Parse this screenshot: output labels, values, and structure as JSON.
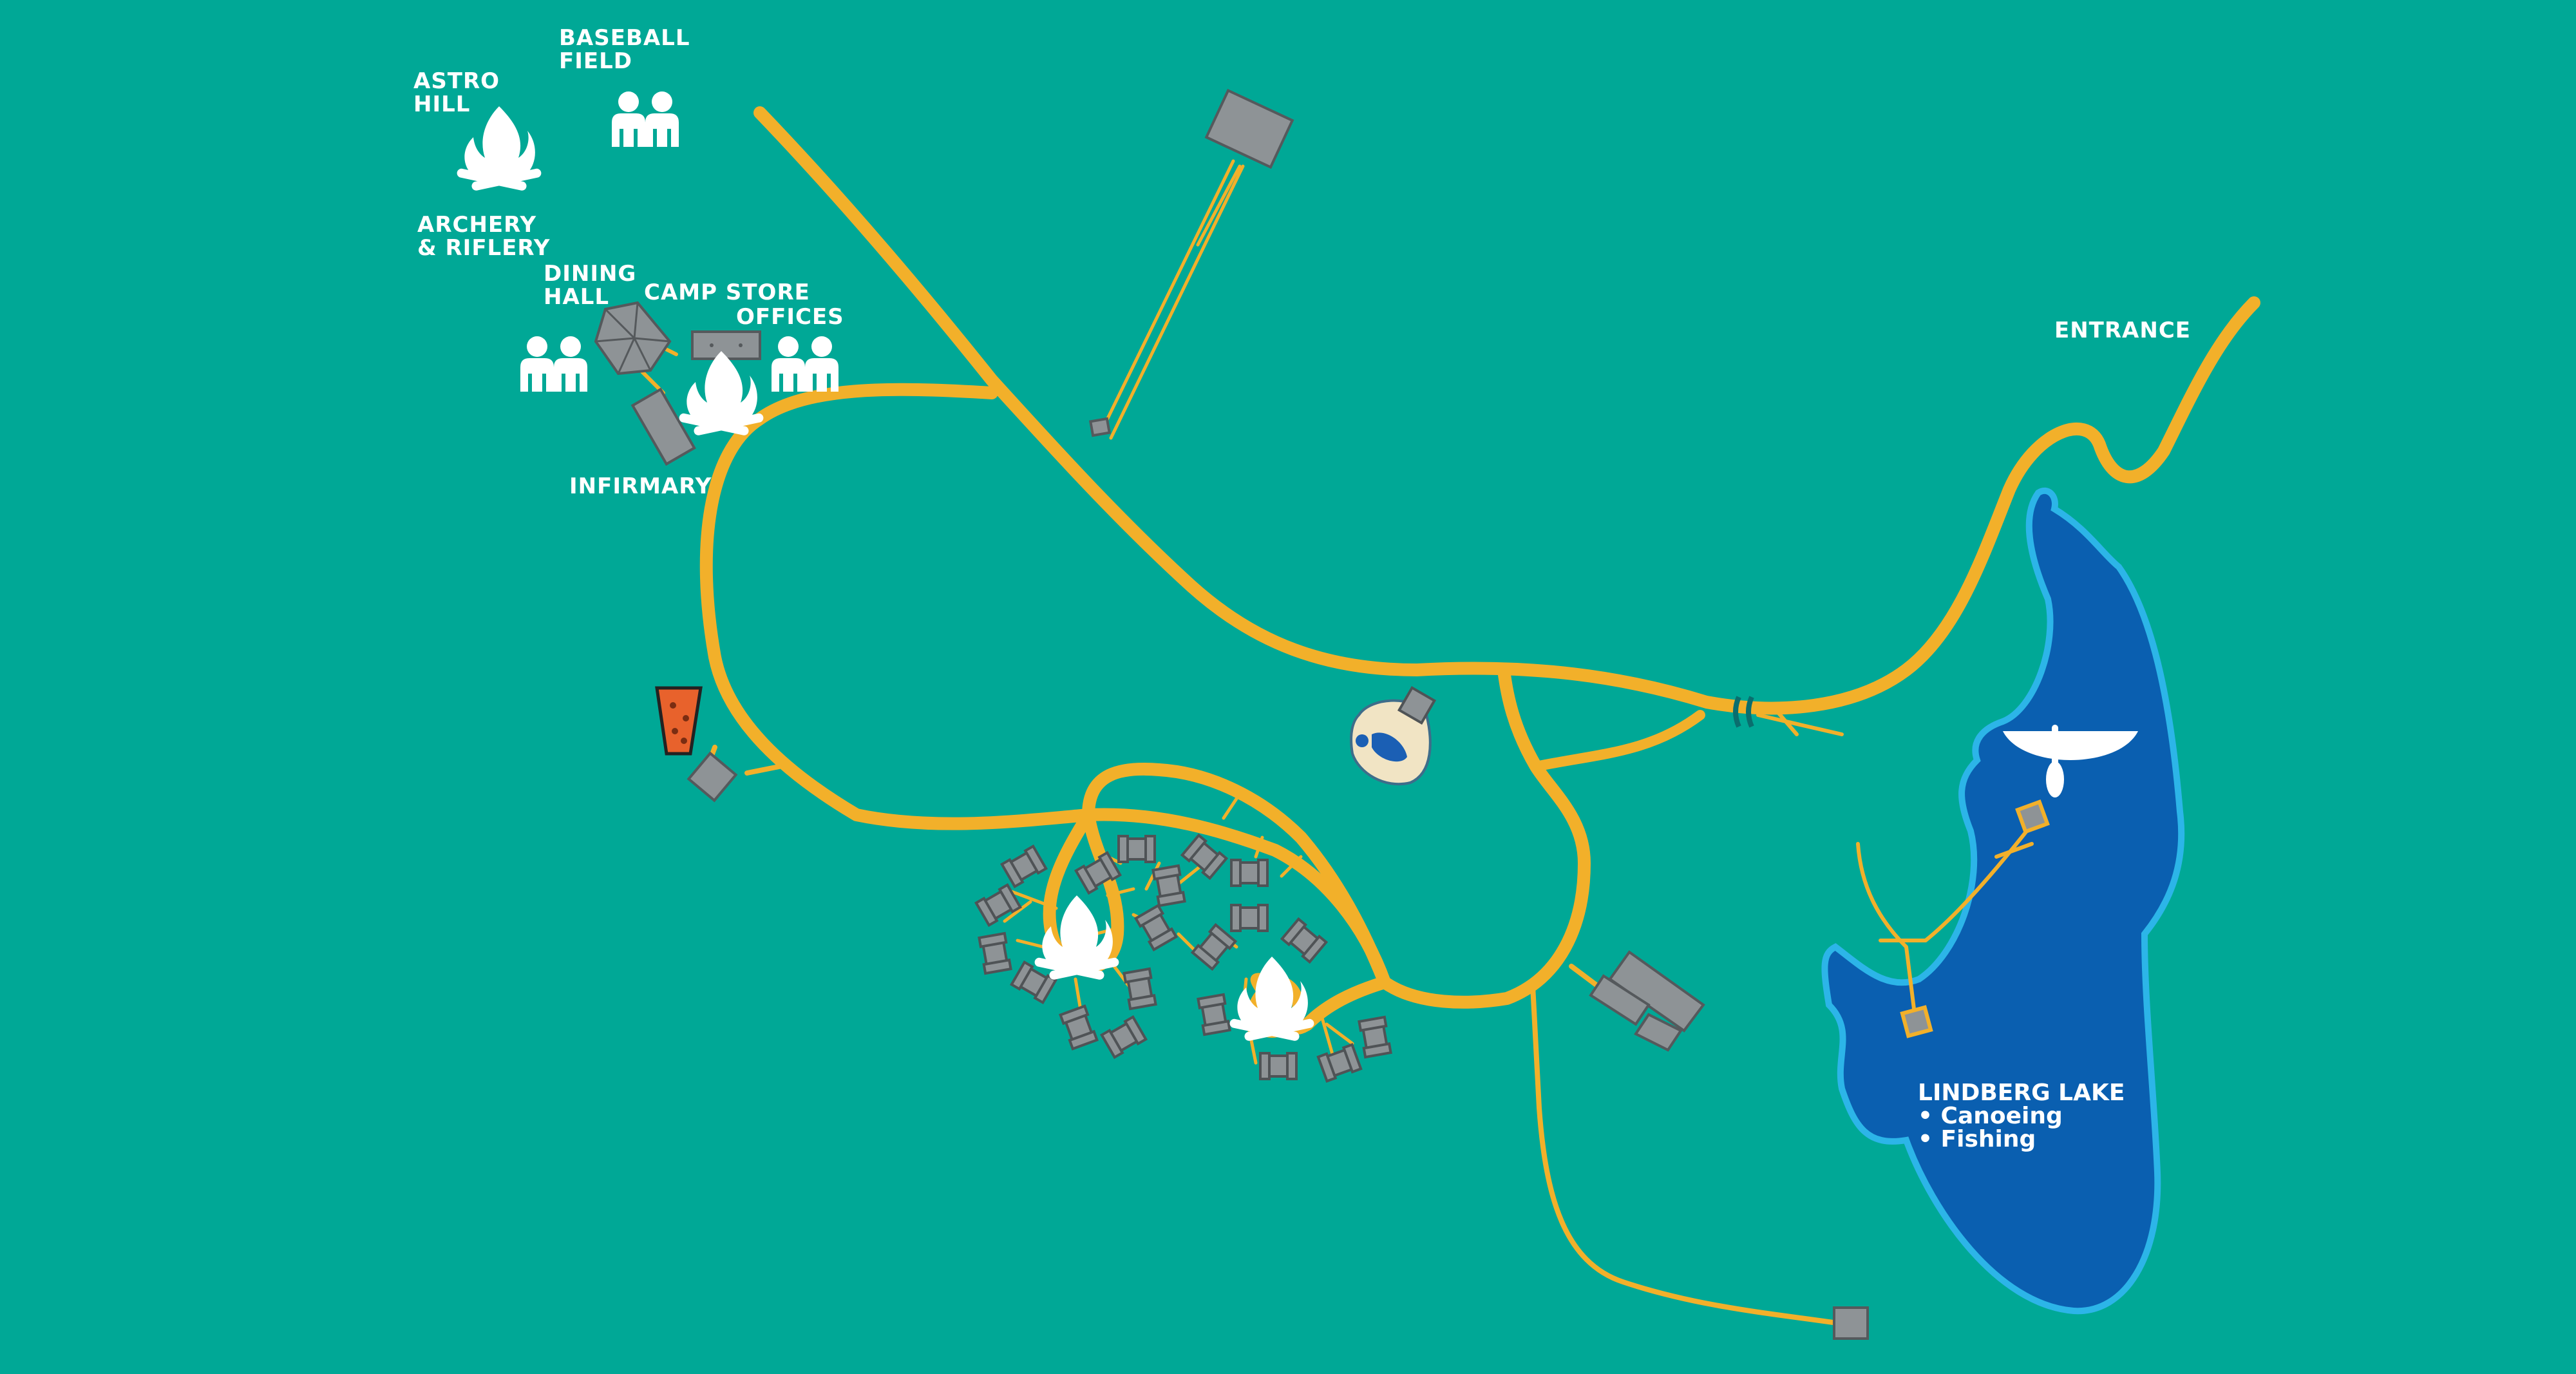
{
  "map": {
    "colors": {
      "grass": "#00a896",
      "road": "#f2b02a",
      "lake": "#0a5fb0",
      "lake_edge": "#2cb5e8",
      "building": "#8e9396",
      "icon": "#ffffff"
    },
    "labels": {
      "astro_hill": [
        "ASTRO",
        "HILL"
      ],
      "baseball_field": [
        "BASEBALL",
        "FIELD"
      ],
      "archery": [
        "ARCHERY",
        "& RIFLERY"
      ],
      "dining_hall": [
        "DINING",
        "HALL"
      ],
      "camp_store": "CAMP STORE",
      "offices": "OFFICES",
      "infirmary": "INFIRMARY",
      "entrance": "ENTRANCE"
    },
    "lake": {
      "name": "LINDBERG LAKE",
      "activities": [
        "• Canoeing",
        "• Fishing"
      ]
    },
    "icons": [
      "campfire-icon",
      "group-icon",
      "canoe-icon",
      "climbing-wall-icon",
      "pool-icon"
    ]
  }
}
